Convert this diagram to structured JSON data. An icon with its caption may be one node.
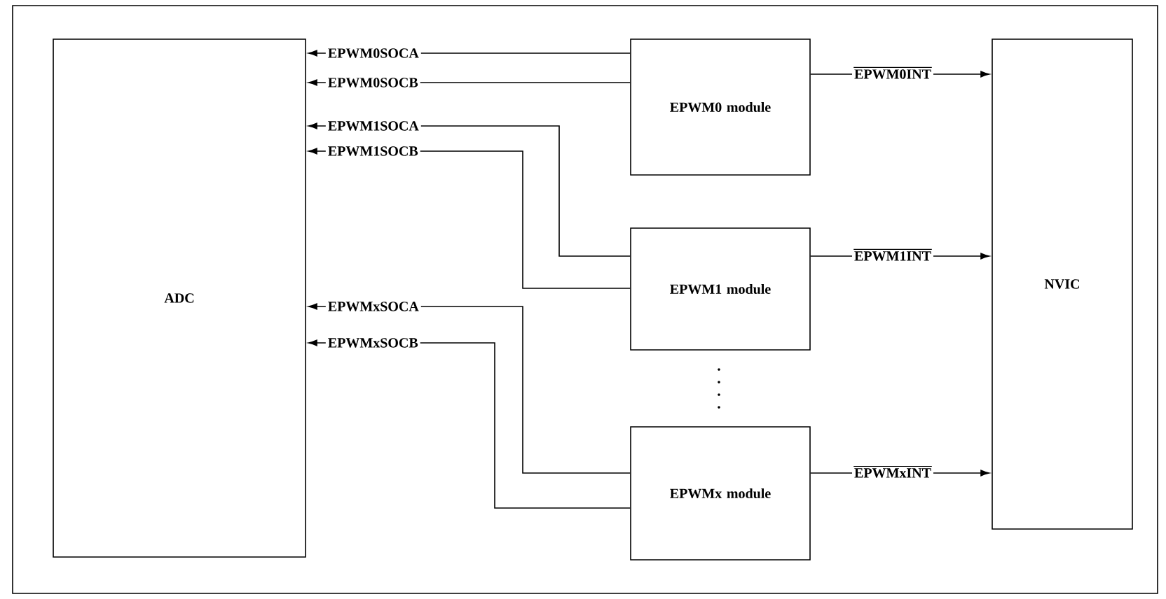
{
  "diagram": {
    "nodes": [
      {
        "text": [
          "ADC"
        ]
      },
      {
        "text": [
          "EPWM0 module"
        ]
      },
      {
        "text": [
          "EPWM1 module"
        ]
      },
      {
        "text": [
          "EPWMx module"
        ]
      },
      {
        "text": [
          "NVIC"
        ]
      }
    ],
    "edges": [
      {
        "from": 1,
        "to": 0,
        "arrow": "to",
        "label": "EPWM0SOCA"
      },
      {
        "from": 1,
        "to": 0,
        "arrow": "to",
        "label": "EPWM0SOCB"
      },
      {
        "from": 2,
        "to": 0,
        "arrow": "to",
        "label": "EPWM1SOCA"
      },
      {
        "from": 2,
        "to": 0,
        "arrow": "to",
        "label": "EPWM1SOCB"
      },
      {
        "from": 3,
        "to": 0,
        "arrow": "to",
        "label": "EPWMxSOCA"
      },
      {
        "from": 3,
        "to": 0,
        "arrow": "to",
        "label": "EPWMxSOCB"
      },
      {
        "from": 1,
        "to": 4,
        "arrow": "to",
        "label": "EPWM0INT"
      },
      {
        "from": 2,
        "to": 4,
        "arrow": "to",
        "label": "EPWM1INT"
      },
      {
        "from": 3,
        "to": 4,
        "arrow": "to",
        "label": "EPWMxINT"
      }
    ]
  }
}
